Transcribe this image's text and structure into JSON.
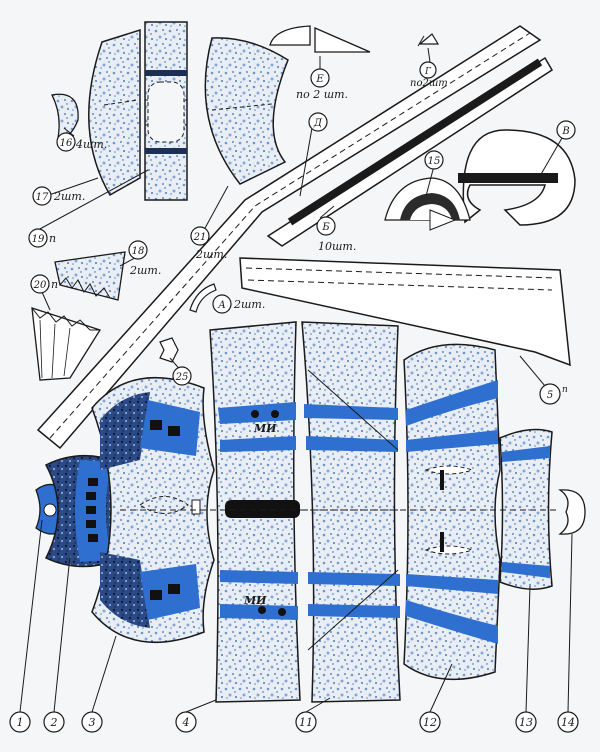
{
  "colors": {
    "blue": "#2f6fd0",
    "ink": "#1a1a1a",
    "paper": "#f4f6f8",
    "speckle": "#7fa3d6",
    "dark": "#1c2f55"
  },
  "labels": {
    "p1": "1",
    "p2": "2",
    "p3": "3",
    "p4": "4",
    "p11": "11",
    "p12": "12",
    "p13": "13",
    "p14": "14",
    "p16": "16",
    "p16q": "4шт.",
    "p17": "17",
    "p17q": "2шт.",
    "p19": "19",
    "p19s": "п",
    "p21": "21",
    "p21q": "2шт.",
    "p18": "18",
    "p18q": "2шт.",
    "p20": "20",
    "p20s": "п",
    "p25": "25",
    "pA": "А",
    "pAq": "2шт.",
    "pB": "Б",
    "pBq": "10шт.",
    "pV": "В",
    "pG": "Г",
    "pGq": "по2шт",
    "pD": "Д",
    "pE": "Е",
    "pEq": "по 2 шт.",
    "p15": "15",
    "p5": "5",
    "p5s": "п",
    "mi_top": "МИ",
    "mi_bottom": "МИ"
  }
}
